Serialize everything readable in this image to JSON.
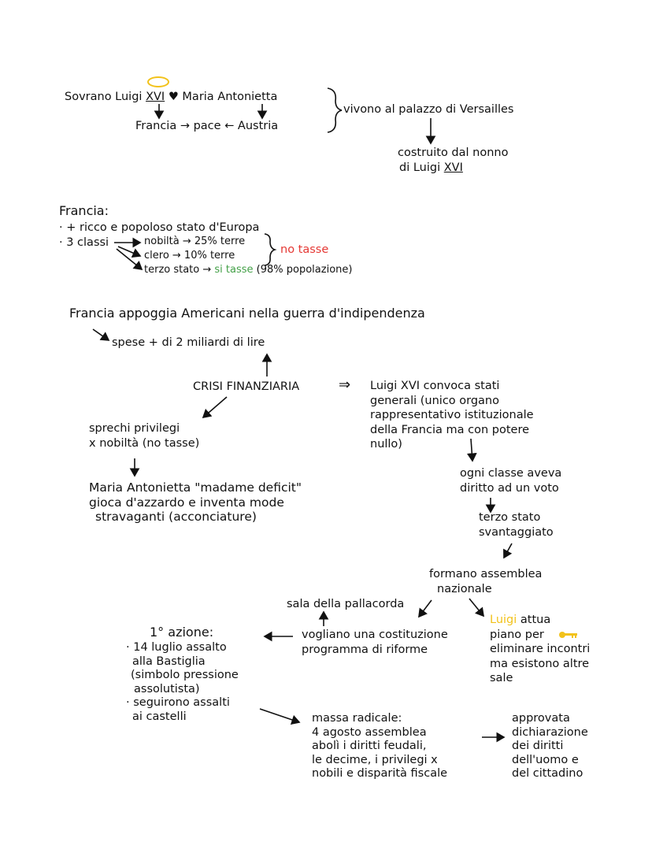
{
  "colors": {
    "ink": "#111111",
    "red": "#e53935",
    "green": "#43a047",
    "yellow": "#f2c21b"
  },
  "section1": {
    "sovrano": "Sovrano Luigi",
    "roman": "XVI",
    "heart": "♥",
    "maria": "Maria Antonietta",
    "francia_pace_austria": "Francia → pace ← Austria",
    "vivono": "vivono al palazzo di Versailles",
    "costruito_1": "costruito dal nonno",
    "costruito_2": "di Luigi",
    "costruito_roman": "XVI"
  },
  "section2": {
    "title": "Francia:",
    "bullet1": "· + ricco e popoloso stato d'Europa",
    "bullet2": "· 3 classi",
    "nobilta": "nobiltà → 25% terre",
    "clero": "clero → 10% terre",
    "terzo_prefix": "terzo stato →",
    "si_tasse": "si tasse",
    "terzo_suffix": "(98% popolazione)",
    "no_tasse": "no tasse"
  },
  "section3": {
    "appoggia": "Francia appoggia Americani nella guerra d'indipendenza",
    "spese": "spese + di 2 miliardi di lire",
    "crisi": "CRISI FINANZIARIA",
    "implies": "⇒",
    "luigi_lines": [
      "Luigi XVI convoca stati",
      "generali (unico organo",
      "rappresentativo istituzionale",
      "della Francia ma con potere",
      "nullo)"
    ],
    "sprechi_lines": [
      "sprechi privilegi",
      "x nobiltà (no tasse)"
    ],
    "maria_lines": [
      "Maria Antonietta \"madame deficit\"",
      "gioca d'azzardo e inventa mode",
      "stravaganti (acconciature)"
    ],
    "voto_lines": [
      "ogni classe aveva",
      "diritto ad un voto"
    ],
    "terzo_lines": [
      "terzo stato",
      "svantaggiato"
    ]
  },
  "section4": {
    "assemblea_lines": [
      "formano assemblea",
      "nazionale"
    ],
    "pallacorda": "sala della pallacorda",
    "costituzione_lines": [
      "vogliano una costituzione",
      "programma di riforme"
    ],
    "luigi_word": "Luigi",
    "luigi_rest": "attua",
    "piano_lines": [
      "piano per",
      "eliminare incontri",
      "ma esistono altre",
      "sale"
    ],
    "key_icon": "key-icon",
    "azione_title": "1° azione:",
    "azione_lines": [
      "· 14 luglio assalto",
      "alla Bastiglia",
      "(simbolo pressione",
      "assolutista)",
      "· seguirono assalti",
      "ai castelli"
    ],
    "massa_lines": [
      "massa radicale:",
      "4 agosto assemblea",
      "abolì i diritti feudali,",
      "le decime, i privilegi x",
      "nobili e disparità fiscale"
    ],
    "dichiarazione_lines": [
      "approvata",
      "dichiarazione",
      "dei diritti",
      "dell'uomo e",
      "del cittadino"
    ]
  }
}
